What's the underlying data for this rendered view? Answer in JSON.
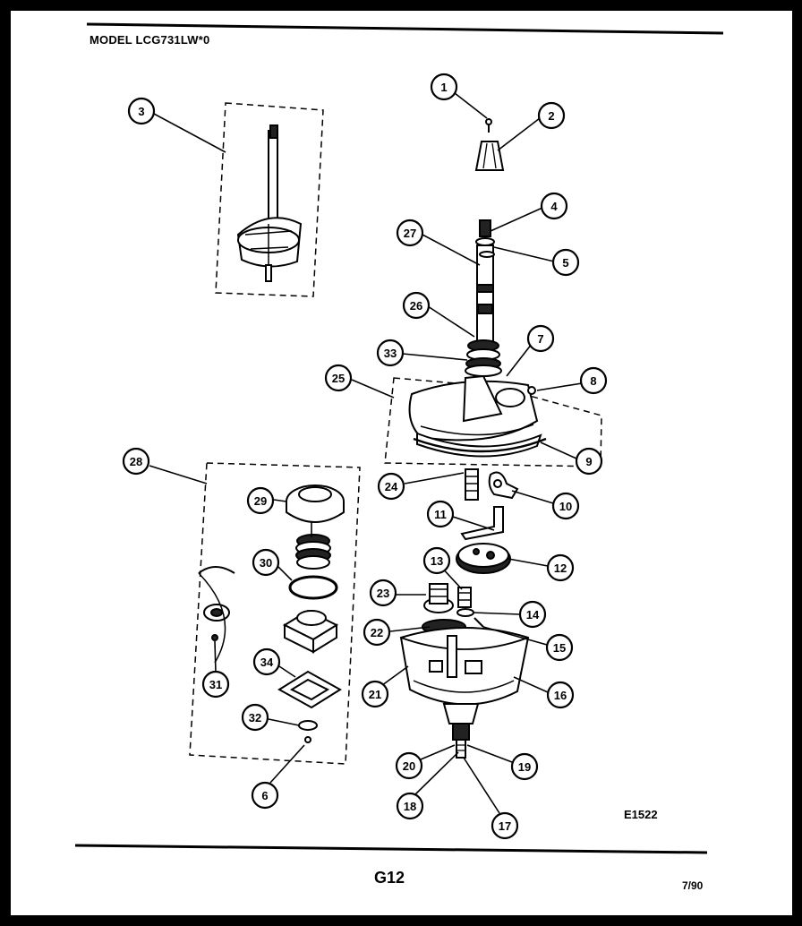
{
  "header": {
    "model": "MODEL LCG731LW*0"
  },
  "footer": {
    "drawing_code": "E1522",
    "page_code": "G12",
    "revision_date": "7/90"
  },
  "callouts": [
    "1",
    "2",
    "3",
    "4",
    "5",
    "6",
    "7",
    "8",
    "9",
    "10",
    "11",
    "12",
    "13",
    "14",
    "15",
    "16",
    "17",
    "18",
    "19",
    "20",
    "21",
    "22",
    "23",
    "24",
    "25",
    "26",
    "27",
    "28",
    "29",
    "30",
    "31",
    "32",
    "33",
    "34"
  ]
}
